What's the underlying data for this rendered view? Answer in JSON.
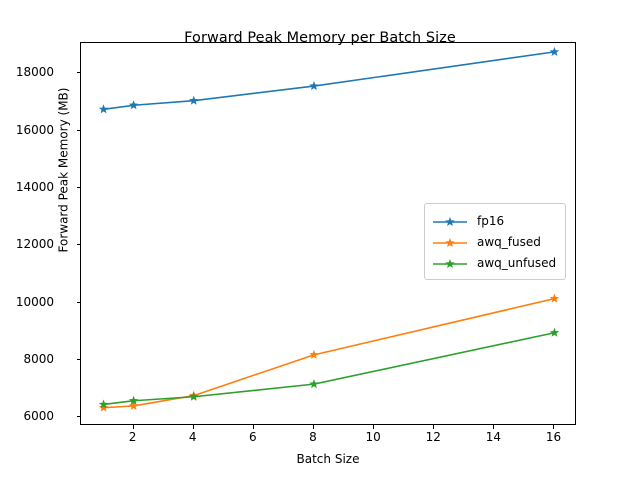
{
  "chart_data": {
    "type": "line",
    "title": "Forward Peak Memory per Batch Size",
    "xlabel": "Batch Size",
    "ylabel": "Forward Peak Memory (MB)",
    "x": [
      1,
      2,
      4,
      8,
      16
    ],
    "xlim": [
      0.25,
      16.75
    ],
    "ylim": [
      5700,
      19050
    ],
    "xticks": [
      2,
      4,
      6,
      8,
      10,
      12,
      14,
      16
    ],
    "xticklabels": [
      "2",
      "4",
      "6",
      "8",
      "10",
      "12",
      "14",
      "16"
    ],
    "yticks": [
      6000,
      8000,
      10000,
      12000,
      14000,
      16000,
      18000
    ],
    "yticklabels": [
      "6000",
      "8000",
      "10000",
      "12000",
      "14000",
      "16000",
      "18000"
    ],
    "grid": false,
    "legend_position": "center right",
    "marker": "star",
    "series": [
      {
        "name": "fp16",
        "color": "#1f77b4",
        "values": [
          16740,
          16880,
          17040,
          17550,
          18740
        ]
      },
      {
        "name": "awq_fused",
        "color": "#ff7f0e",
        "values": [
          6340,
          6400,
          6760,
          8180,
          10140
        ]
      },
      {
        "name": "awq_unfused",
        "color": "#2ca02c",
        "values": [
          6450,
          6580,
          6720,
          7160,
          8950
        ]
      }
    ]
  }
}
